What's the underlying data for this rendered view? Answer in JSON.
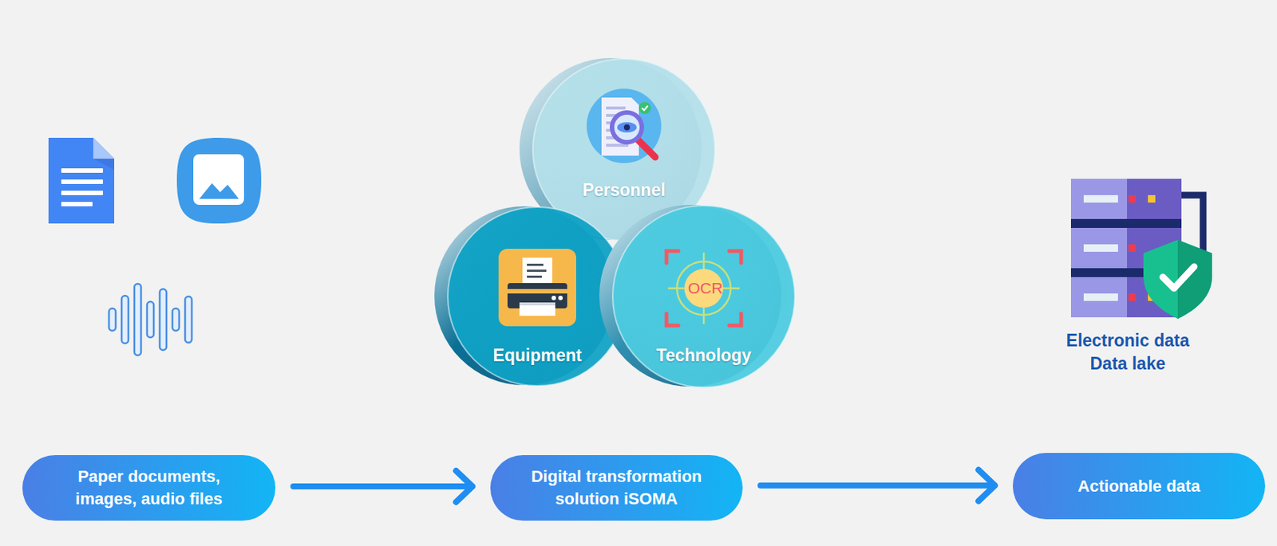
{
  "diagram": {
    "nodes": [
      {
        "text": [
          "Personnel"
        ]
      },
      {
        "text": [
          "Equipment"
        ]
      },
      {
        "text": [
          "Technology"
        ]
      },
      {
        "text": [
          "Paper documents, images, audio files"
        ]
      },
      {
        "text": [
          "Digital transformation solution iSOMA"
        ]
      },
      {
        "text": [
          "Actionable data"
        ]
      }
    ],
    "edges": [
      {
        "from": 3,
        "to": 4,
        "arrow": "to"
      },
      {
        "from": 4,
        "to": 5,
        "arrow": "to"
      }
    ],
    "labels": [
      "OCR",
      "Electronic data",
      "Data lake"
    ]
  }
}
